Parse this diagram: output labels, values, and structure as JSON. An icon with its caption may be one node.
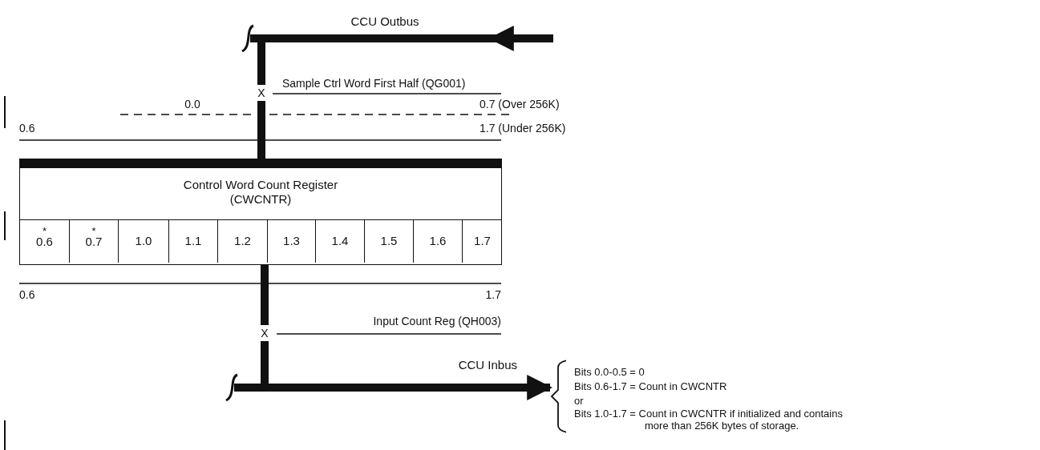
{
  "diagram": {
    "nodes": [
      {
        "text": [
          "CCU Outbus"
        ]
      },
      {
        "text": [
          "Control Word Count Register (CWCNTR)"
        ]
      },
      {
        "text": [
          "*",
          "0.6"
        ],
        "in": 1
      },
      {
        "text": [
          "*",
          "0.7"
        ],
        "in": 1
      },
      {
        "text": [
          "1.0"
        ],
        "in": 1
      },
      {
        "text": [
          "1.1"
        ],
        "in": 1
      },
      {
        "text": [
          "1.2"
        ],
        "in": 1
      },
      {
        "text": [
          "1.3"
        ],
        "in": 1
      },
      {
        "text": [
          "1.4"
        ],
        "in": 1
      },
      {
        "text": [
          "1.5"
        ],
        "in": 1
      },
      {
        "text": [
          "1.6"
        ],
        "in": 1
      },
      {
        "text": [
          "1.7"
        ],
        "in": 1
      },
      {
        "text": [
          "CCU Inbus"
        ]
      },
      {
        "text": [
          "Bits 0.0-0.5 = 0",
          "Bits 0.6-1.7 = Count in CWCNTR",
          "or",
          "Bits 1.0-1.7 = Count in CWCNTR if initialized and contains more than 256K bytes of storage."
        ]
      }
    ],
    "edges": [
      {
        "from": null,
        "to": 0,
        "arrow": "to"
      },
      {
        "from": 0,
        "to": 1,
        "arrow": "none"
      },
      {
        "from": 1,
        "to": 12,
        "arrow": "none"
      },
      {
        "from": 12,
        "to": 13,
        "arrow": "to"
      }
    ],
    "labels": [
      "X",
      "Sample Ctrl Word First Half (QG001)",
      "0.0",
      "0.7 (Over 256K)",
      "0.6",
      "1.7 (Under 256K)",
      "0.6",
      "1.7",
      "X",
      "Input Count Reg (QH003)"
    ]
  }
}
